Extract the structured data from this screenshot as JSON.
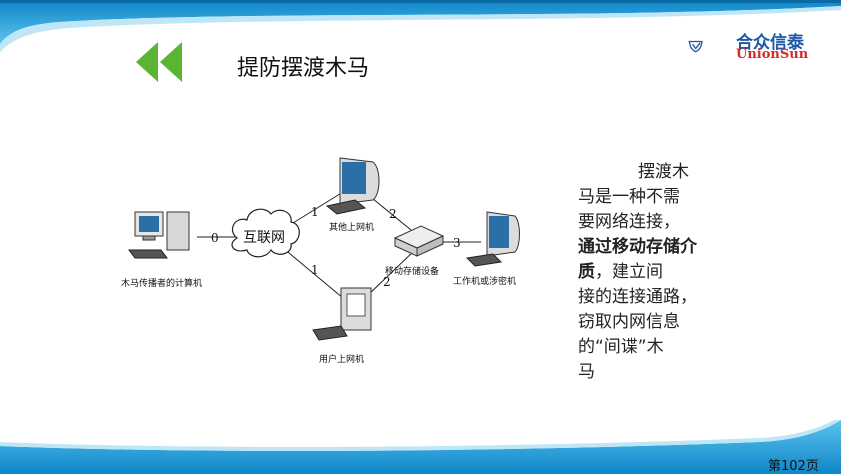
{
  "slide": {
    "title": "提防摆渡木马",
    "page_number": "第102页"
  },
  "logo": {
    "name_cn": "合众信泰",
    "name_en": "UnionSun"
  },
  "diagram": {
    "internet_label": "互联网",
    "attacker_label": "木马传播者的计算机",
    "other_pc_label": "其他上网机",
    "user_pc_label": "用户上网机",
    "storage_label": "移动存储设备",
    "work_pc_label": "工作机或涉密机",
    "link_0": "0",
    "link_1a": "1",
    "link_1b": "1",
    "link_2a": "2",
    "link_2b": "2",
    "link_3": "3"
  },
  "description": {
    "line1": "摆渡木",
    "line2": "马是一种不需",
    "line3": "要网络连接，",
    "bold_text": "通过移动存储介质",
    "line5_rest": "，建立间",
    "line6": "接的连接通路，",
    "line7": "窃取内网信息",
    "line8": "的“间谍”木",
    "line9": "马"
  },
  "colors": {
    "band_blue": "#1e9bd8",
    "arrow_green": "#5bb535",
    "logo_blue": "#1d57a8",
    "logo_red": "#d42a2a"
  },
  "icons": {
    "nav": "double-left-arrow-icon",
    "logo": "shield-logo-icon"
  }
}
